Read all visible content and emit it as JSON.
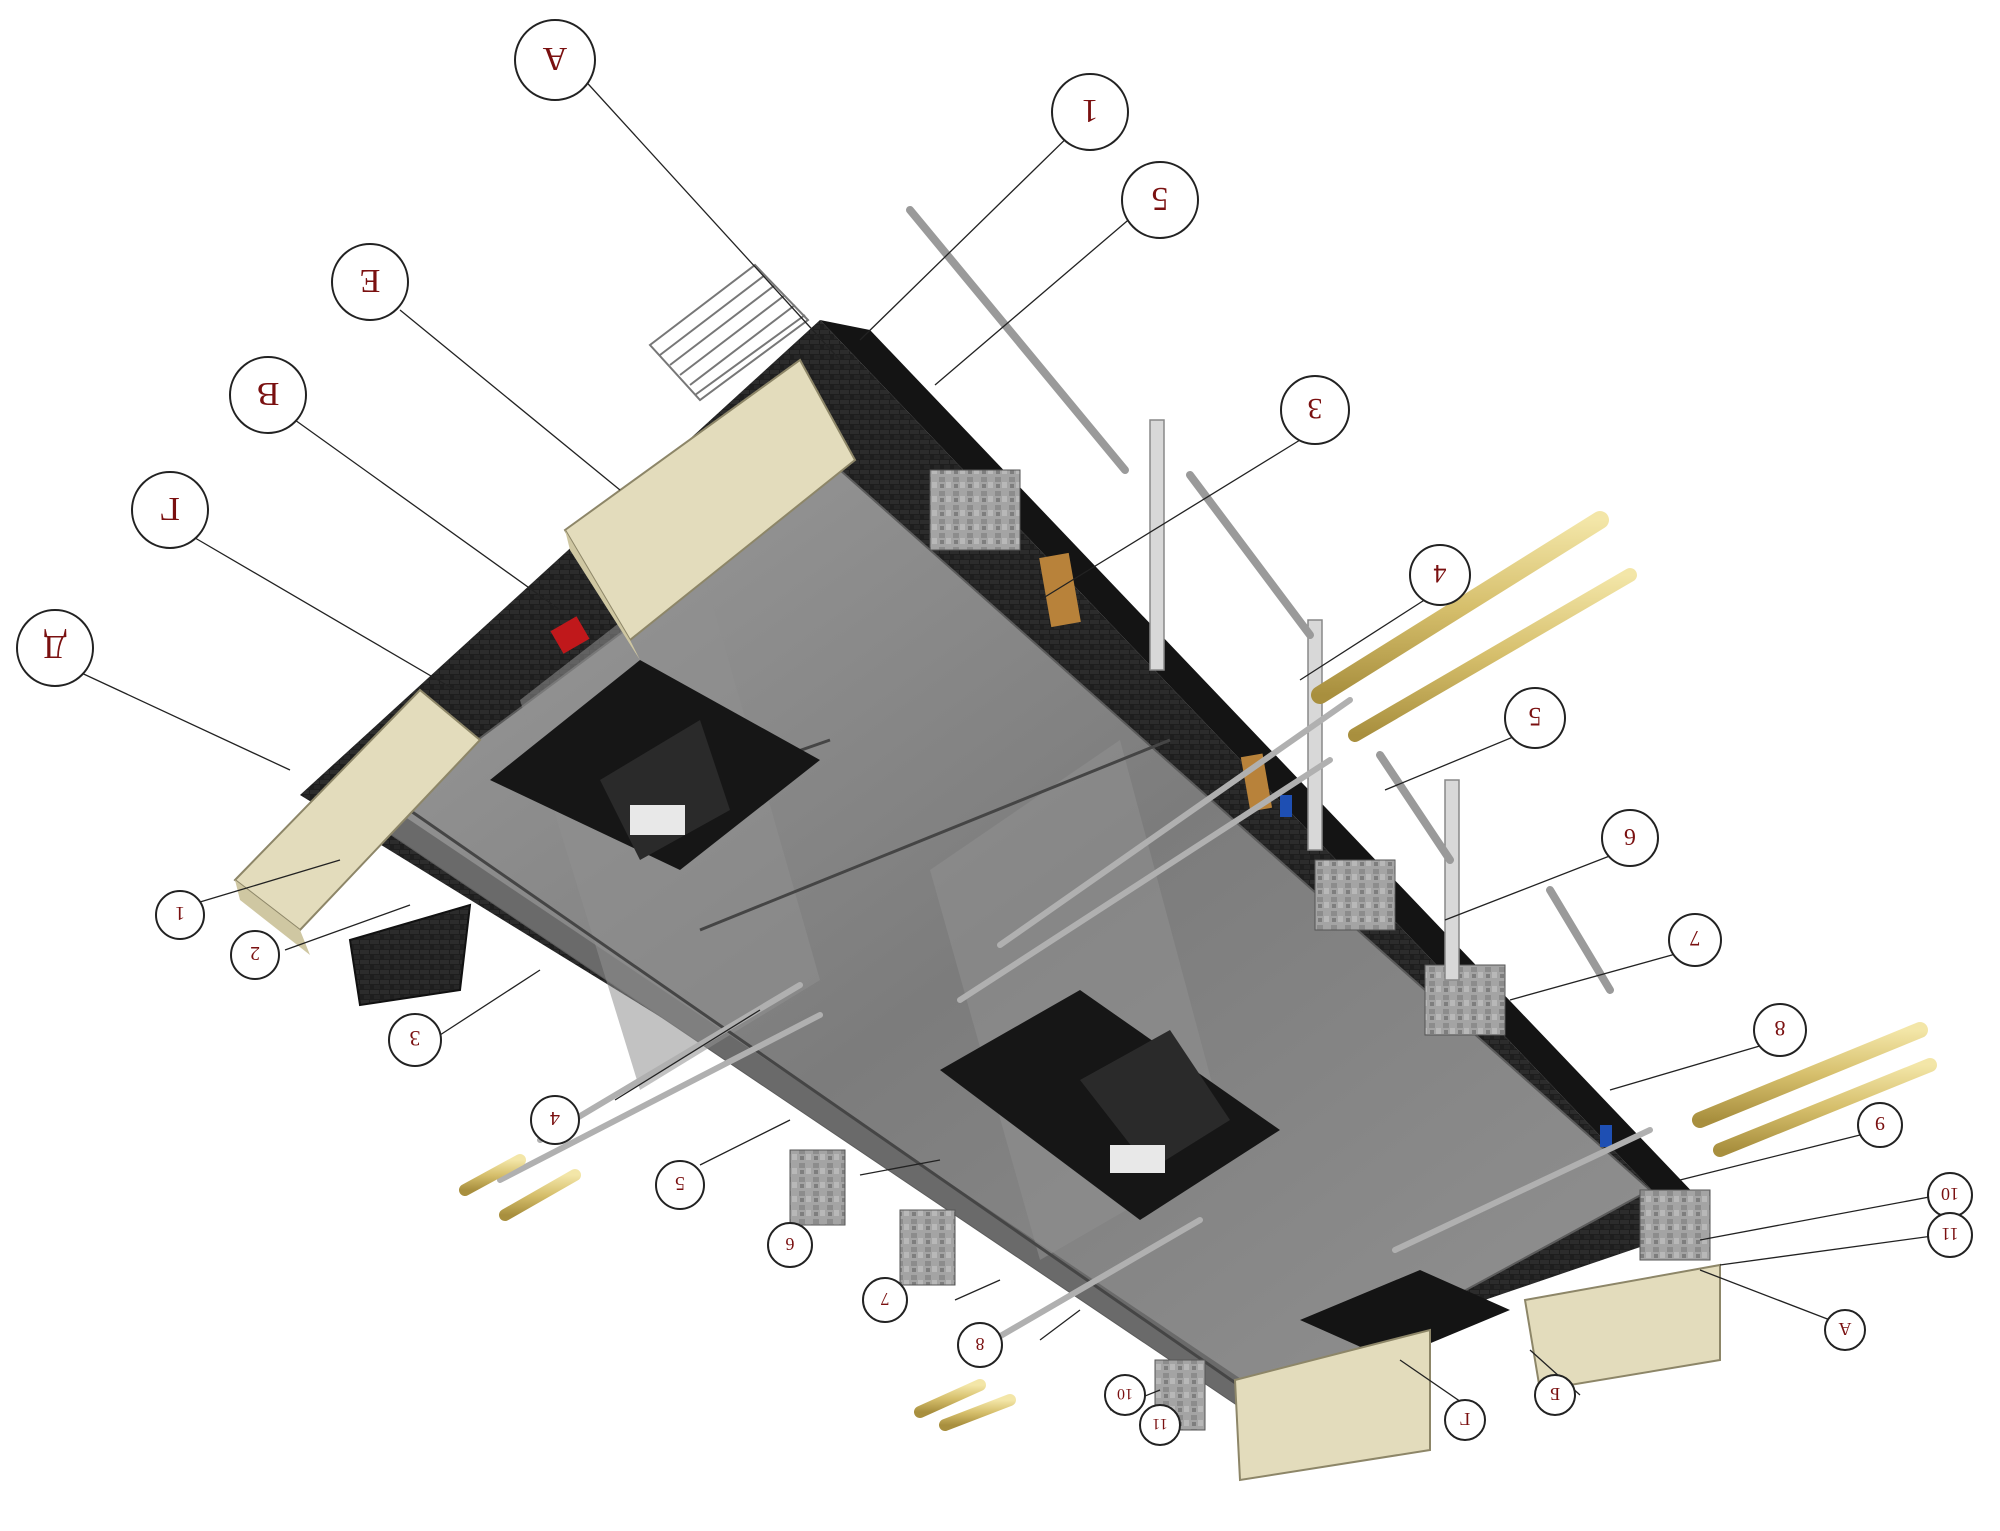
{
  "colors": {
    "slab": "#8a8a8a",
    "slab_dark": "#6f6f6f",
    "roof": "#1c1c1c",
    "parapet": "#e3dcbc",
    "stone": "#9a9a9a",
    "pipe": "#b0b0b0",
    "rod": "#d8c47c",
    "label_text": "#7a1010",
    "leader": "#222222",
    "red_block": "#c0181b",
    "door": "#b8823a"
  },
  "grid_tags": {
    "t1": "А",
    "t2": "1",
    "t3": "5",
    "t4": "Е",
    "t5": "В",
    "t6": "Г",
    "t7": "Д"
  },
  "number_tags": {
    "n1": "3",
    "n2": "4",
    "n3": "5",
    "n4": "6",
    "n5": "7",
    "n6": "8",
    "n7": "1",
    "n8": "2",
    "n9": "3",
    "n10": "4",
    "n11": "5",
    "n12": "6",
    "n13": "7",
    "n14": "8",
    "n15": "9",
    "n16": "10",
    "n17": "11",
    "n18": "А",
    "n19": "Б",
    "n20": "Г",
    "n21": "10",
    "n22": "11"
  }
}
